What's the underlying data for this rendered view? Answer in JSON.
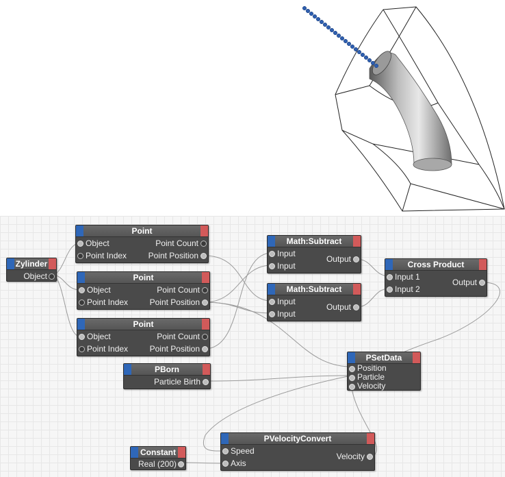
{
  "nodes": {
    "zylinder": {
      "title": "Zylinder",
      "out": [
        "Object"
      ]
    },
    "point1": {
      "title": "Point",
      "in": [
        "Object",
        "Point Index"
      ],
      "out": [
        "Point Count",
        "Point Position"
      ]
    },
    "point2": {
      "title": "Point",
      "in": [
        "Object",
        "Point Index"
      ],
      "out": [
        "Point Count",
        "Point Position"
      ]
    },
    "point3": {
      "title": "Point",
      "in": [
        "Object",
        "Point Index"
      ],
      "out": [
        "Point Count",
        "Point Position"
      ]
    },
    "sub1": {
      "title": "Math:Subtract",
      "in": [
        "Input",
        "Input"
      ],
      "out": [
        "Output"
      ]
    },
    "sub2": {
      "title": "Math:Subtract",
      "in": [
        "Input",
        "Input"
      ],
      "out": [
        "Output"
      ]
    },
    "cross": {
      "title": "Cross Product",
      "in": [
        "Input 1",
        "Input 2"
      ],
      "out": [
        "Output"
      ]
    },
    "pborn": {
      "title": "PBorn",
      "out": [
        "Particle Birth"
      ]
    },
    "pset": {
      "title": "PSetData",
      "in": [
        "Position",
        "Particle",
        "Velocity"
      ]
    },
    "constant": {
      "title": "Constant",
      "out": [
        "Real (200)"
      ]
    },
    "pvel": {
      "title": "PVelocityConvert",
      "in": [
        "Speed",
        "Axis"
      ],
      "out": [
        "Velocity"
      ]
    }
  },
  "colors": {
    "port_in": "#2f67b8",
    "port_out": "#d25a5a",
    "node_body": "#4a4a4a",
    "wire": "#9a9a9a"
  }
}
